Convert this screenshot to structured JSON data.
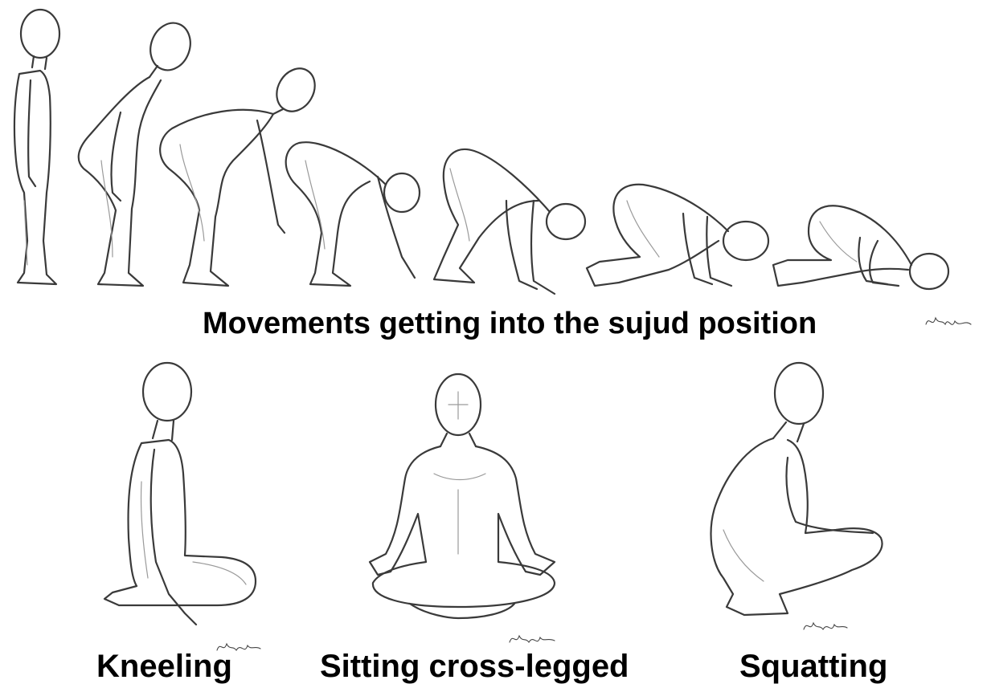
{
  "diagram": {
    "title": "Movements getting into the sujud position",
    "sequence_count": 7,
    "postures": [
      {
        "id": "kneeling",
        "label": "Kneeling"
      },
      {
        "id": "sitting",
        "label": "Sitting cross-legged"
      },
      {
        "id": "squatting",
        "label": "Squatting"
      }
    ]
  },
  "style": {
    "line_color": "#3a3a3a",
    "background": "#ffffff"
  }
}
